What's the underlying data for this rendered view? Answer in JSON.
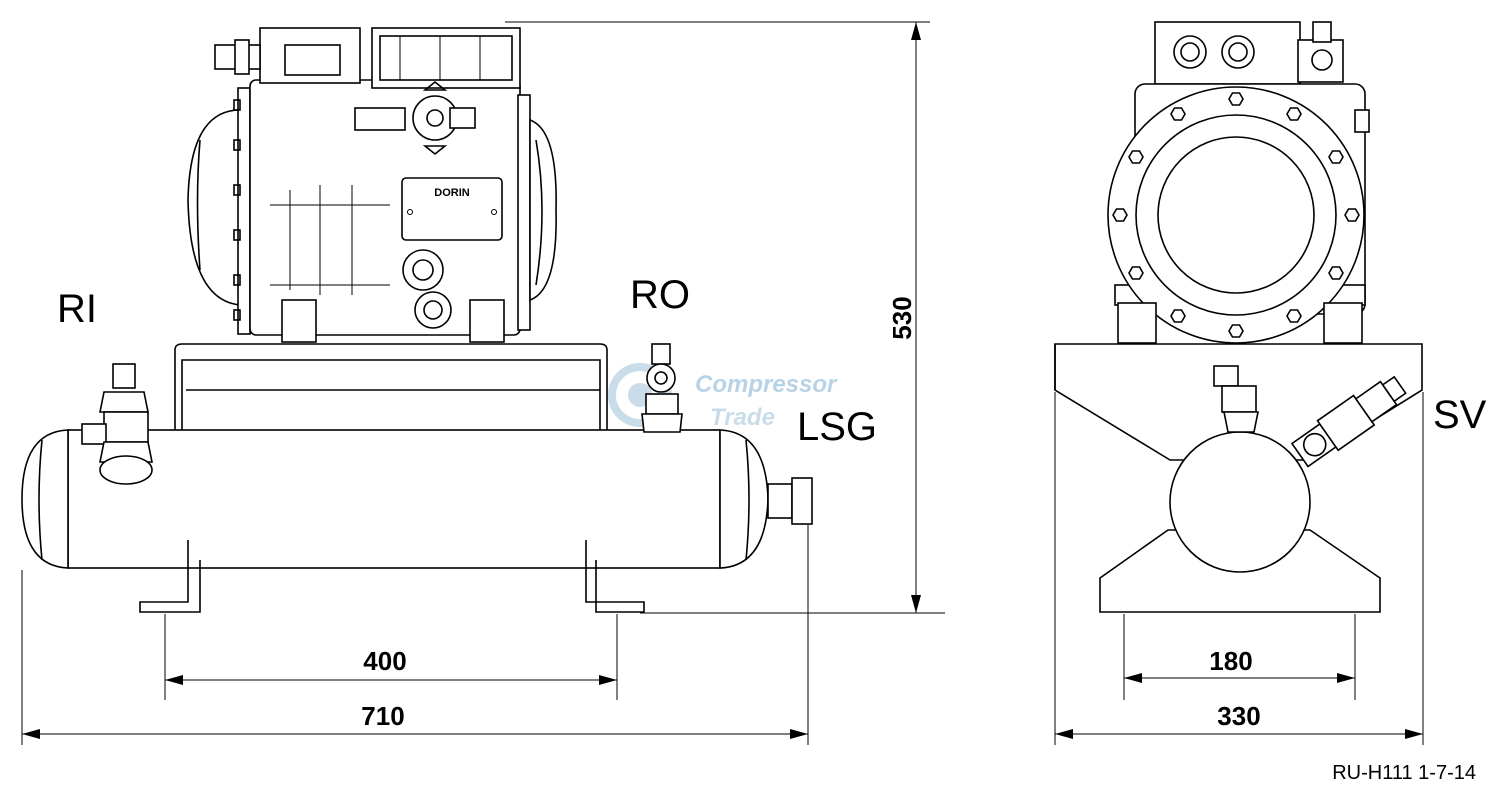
{
  "labels": {
    "ri": "RI",
    "ro": "RO",
    "lsg": "LSG",
    "sv": "SV"
  },
  "dimensions": {
    "height": "530",
    "foot_spacing_side": "400",
    "overall_length": "710",
    "foot_spacing_front": "180",
    "overall_width": "330"
  },
  "nameplate": "DORIN",
  "watermark": {
    "line1": "Compressor",
    "line2": "Trade"
  },
  "drawing_ref": "RU-H111 1-7-14",
  "colors": {
    "line": "#000000",
    "background": "#ffffff",
    "watermark": "#b8d3e6"
  }
}
